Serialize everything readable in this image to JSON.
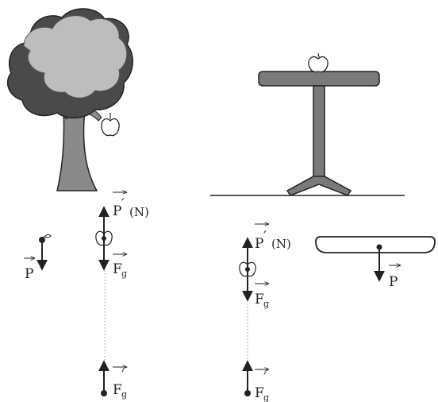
{
  "labels": {
    "weight": "P",
    "reaction": "P",
    "reaction_prime": "′",
    "reaction_note": "(N)",
    "gravity_letter": "F",
    "gravity_sub": "g",
    "gravity_prime": "′"
  },
  "colors": {
    "ink": "#222222",
    "foliage_light": "#bdbdbd",
    "foliage_dark": "#4a4a4a",
    "trunk": "#8a8a8a",
    "table": "#7a7a7a"
  }
}
